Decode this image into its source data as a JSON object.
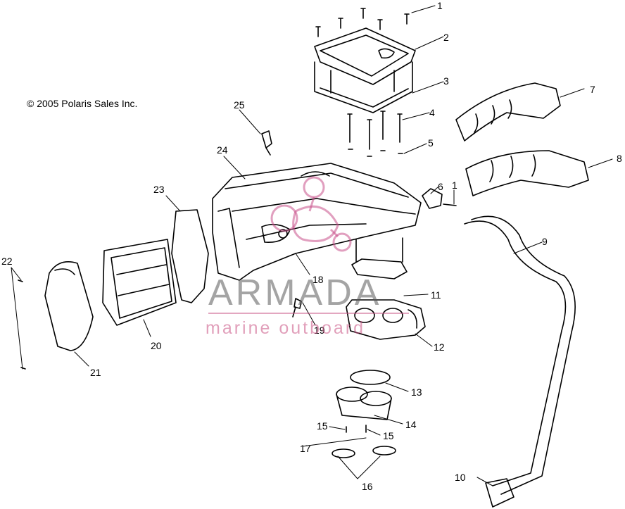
{
  "copyright": "© 2005 Polaris Sales Inc.",
  "watermark": {
    "brand": "ARMADA",
    "tagline": "marine outboard",
    "color": "#c9508a"
  },
  "callouts": [
    {
      "id": "1a",
      "label": "1"
    },
    {
      "id": "2",
      "label": "2"
    },
    {
      "id": "3",
      "label": "3"
    },
    {
      "id": "4",
      "label": "4"
    },
    {
      "id": "5",
      "label": "5"
    },
    {
      "id": "6",
      "label": "6"
    },
    {
      "id": "1b",
      "label": "1"
    },
    {
      "id": "7",
      "label": "7"
    },
    {
      "id": "8",
      "label": "8"
    },
    {
      "id": "9",
      "label": "9"
    },
    {
      "id": "10",
      "label": "10"
    },
    {
      "id": "11",
      "label": "11"
    },
    {
      "id": "12",
      "label": "12"
    },
    {
      "id": "13",
      "label": "13"
    },
    {
      "id": "14",
      "label": "14"
    },
    {
      "id": "15a",
      "label": "15"
    },
    {
      "id": "15b",
      "label": "15"
    },
    {
      "id": "16",
      "label": "16"
    },
    {
      "id": "17",
      "label": "17"
    },
    {
      "id": "18",
      "label": "18"
    },
    {
      "id": "19",
      "label": "19"
    },
    {
      "id": "20",
      "label": "20"
    },
    {
      "id": "21",
      "label": "21"
    },
    {
      "id": "22",
      "label": "22"
    },
    {
      "id": "23",
      "label": "23"
    },
    {
      "id": "24",
      "label": "24"
    },
    {
      "id": "25",
      "label": "25"
    }
  ]
}
